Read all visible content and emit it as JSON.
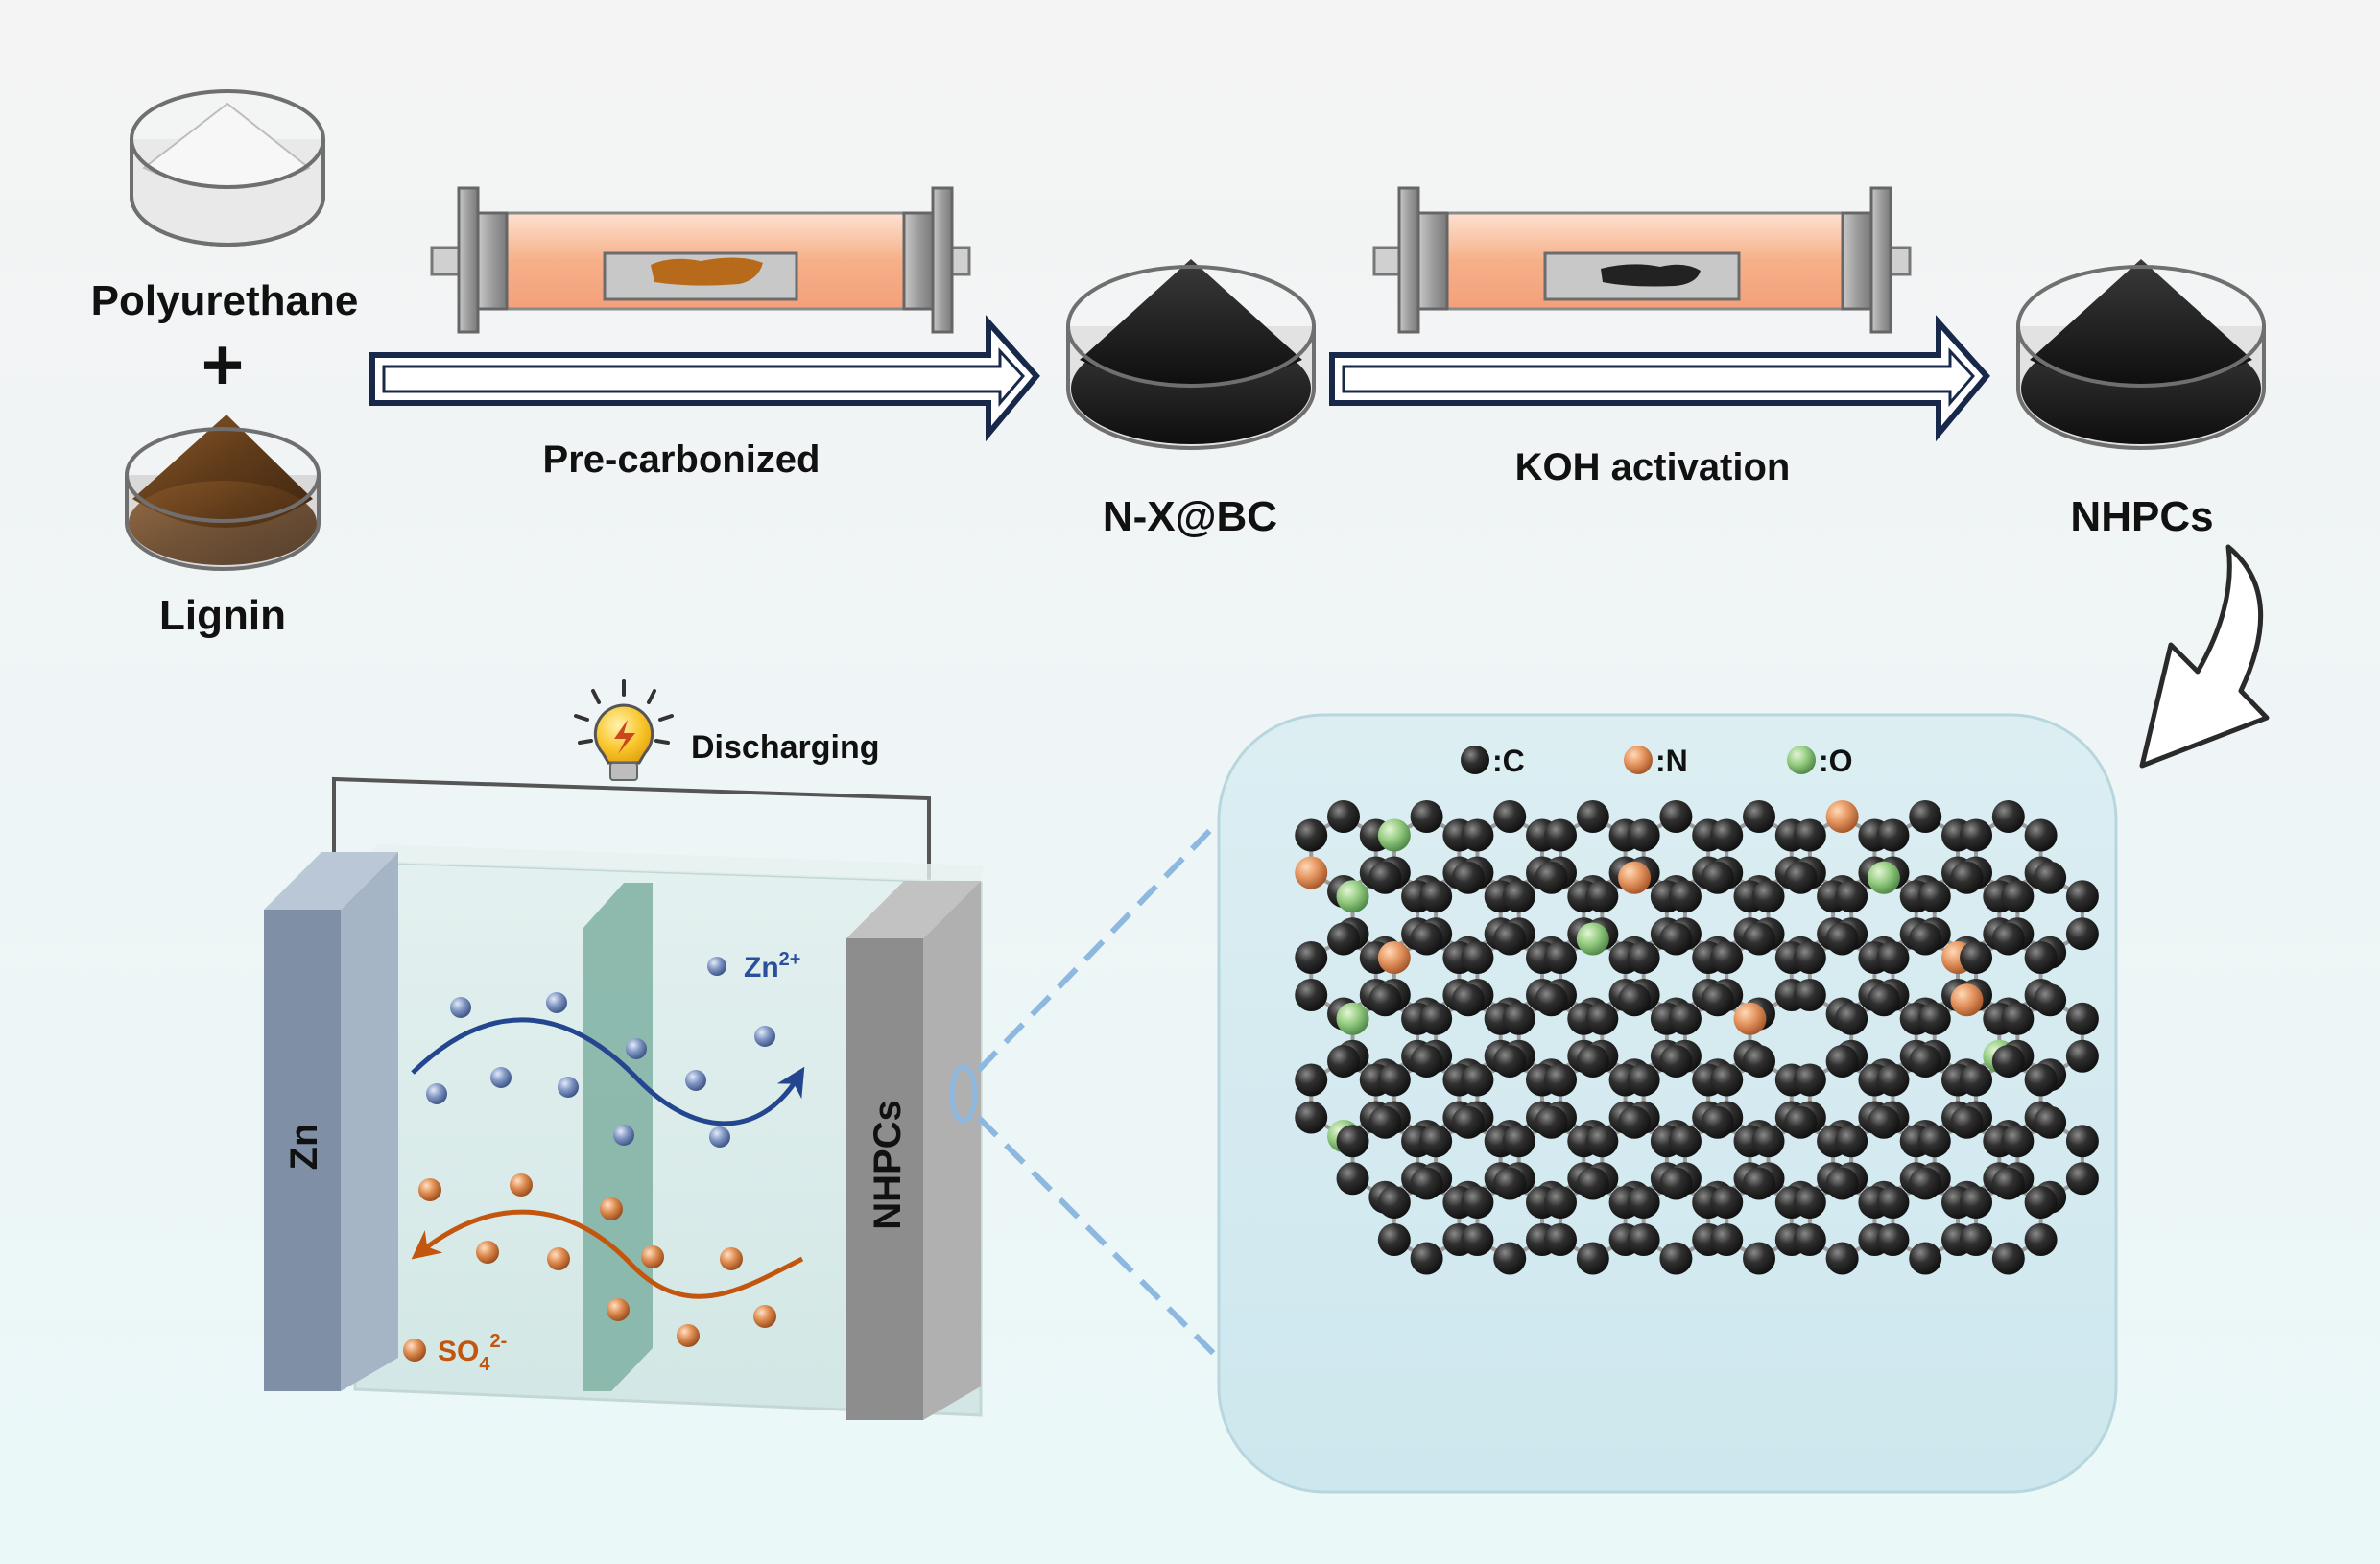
{
  "labels": {
    "polyurethane": "Polyurethane",
    "plus": "+",
    "lignin": "Lignin",
    "step1": "Pre-carbonized",
    "intermediate": "N-X@BC",
    "step2": "KOH activation",
    "product": "NHPCs",
    "discharging": "Discharging",
    "anode": "Zn",
    "cathode": "NHPCs",
    "cation_base": "Zn",
    "cation_charge": "2+",
    "anion_base": "SO",
    "anion_sub": "4",
    "anion_charge": "2-"
  },
  "legend": [
    {
      "symbol": ":C",
      "color": "#2e2e2e"
    },
    {
      "symbol": ":N",
      "color": "#e3935c"
    },
    {
      "symbol": ":O",
      "color": "#8fc77d"
    }
  ],
  "colors": {
    "arrow_outline": "#17284a",
    "zn_ion": "#7f95c2",
    "so4_ion": "#d9874d",
    "zn_flow": "#23468e",
    "so4_flow": "#c2560f",
    "anode": "#8a9cb2",
    "cathode": "#9b9b9b",
    "separator": "#86b4a8",
    "furnace": "#f3a679"
  },
  "icons": [
    "light-bulb-icon",
    "zoom-ring-icon",
    "process-arrow-icon",
    "curved-arrow-icon"
  ]
}
